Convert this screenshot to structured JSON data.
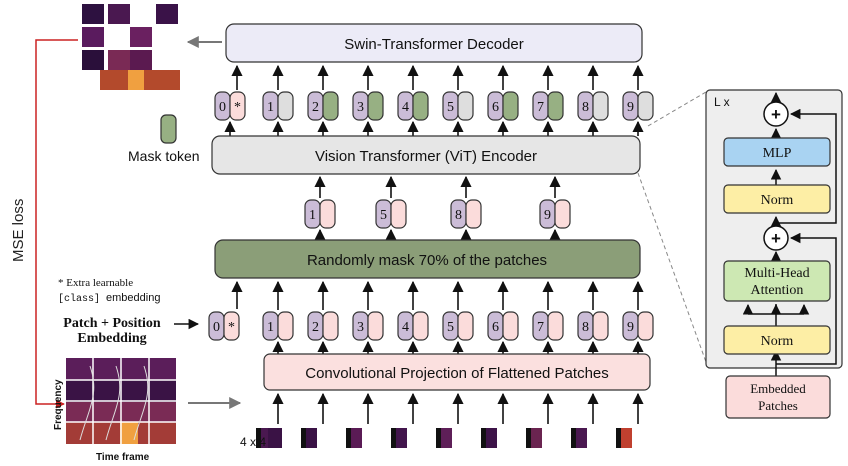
{
  "decoder_label": "Swin-Transformer Decoder",
  "encoder_label": "Vision Transformer (ViT) Encoder",
  "mask_label": "Randomly mask 70% of the patches",
  "conv_label": "Convolutional Projection of Flattened Patches",
  "mse_loss_label": "MSE loss",
  "mask_token_label": "Mask token",
  "extra_note_line1": "* Extra learnable",
  "extra_note_bracket": "[class]",
  "extra_note_rest": "embedding",
  "patch_pos_line1": "Patch + Position",
  "patch_pos_line2": "Embedding",
  "frequency_label": "Frequency",
  "time_frame_label": "Time frame",
  "patch_size_label": "4 x 4",
  "cls_index": "0",
  "cls_star": "*",
  "token_indices": [
    "1",
    "2",
    "3",
    "4",
    "5",
    "6",
    "7",
    "8",
    "9"
  ],
  "visible_indices": [
    "1",
    "5",
    "8",
    "9"
  ],
  "decoder_token_states": [
    "visible",
    "mask",
    "mask",
    "mask",
    "visible",
    "mask",
    "mask",
    "visible",
    "visible"
  ],
  "block": {
    "repeat_label": "L x",
    "mlp_label": "MLP",
    "norm_top_label": "Norm",
    "plus_symbol": "+",
    "mha_line1": "Multi-Head",
    "mha_line2": "Attention",
    "norm_bottom_label": "Norm",
    "embedded_line1": "Embedded",
    "embedded_line2": "Patches"
  },
  "colors": {
    "decoder_fill": "#ecebf7",
    "encoder_fill": "#e6e6e6",
    "mask_fill": "#8b9e78",
    "conv_fill": "#fbe0df",
    "index_token": "#cbbcd7",
    "embed_token": "#fbdcdb",
    "mask_token": "#97b083",
    "visible_token": "#dedede",
    "mlp": "#a9d3f2",
    "norm": "#fdeea5",
    "mha": "#cde8b3",
    "block_bg": "#eeeeee",
    "loss_arrow": "#cc2222"
  }
}
